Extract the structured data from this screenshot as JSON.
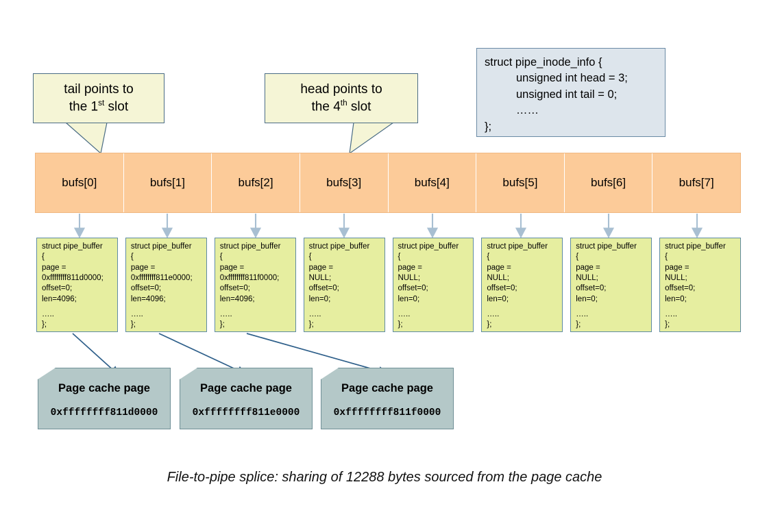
{
  "colors": {
    "bufs_cell": "#fccb99",
    "pipe_buffer": "#e6eea0",
    "page_cache": "#b4c8c8",
    "callout": "#f5f5d6",
    "inode_box": "#dde5ec",
    "arrow_light": "#a8bfd2",
    "arrow_dark": "#2e5f8a",
    "background": "#ffffff"
  },
  "callouts": [
    {
      "line1": "tail points to",
      "line2_pre": "the 1",
      "line2_sup": "st",
      "line2_post": " slot",
      "target": "bufs[0]"
    },
    {
      "line1": "head points to",
      "line2_pre": "the 4",
      "line2_sup": "th",
      "line2_post": " slot",
      "target": "bufs[3]"
    }
  ],
  "inode_struct": {
    "line1": "struct pipe_inode_info {",
    "line2": "unsigned int head = 3;",
    "line3": "unsigned int tail = 0;",
    "line4": "……",
    "line5": "};"
  },
  "bufs_array": {
    "cells": [
      {
        "label": "bufs[0]"
      },
      {
        "label": "bufs[1]"
      },
      {
        "label": "bufs[2]"
      },
      {
        "label": "bufs[3]"
      },
      {
        "label": "bufs[4]"
      },
      {
        "label": "bufs[5]"
      },
      {
        "label": "bufs[6]"
      },
      {
        "label": "bufs[7]"
      }
    ]
  },
  "pipe_buffers": [
    {
      "title": "struct pipe_buffer",
      "open": "{",
      "page_label": "page =",
      "page_value": "0xffffffff811d0000;",
      "offset": "offset=0;",
      "len": "len=4096;",
      "ellipsis": "…..",
      "close": "};"
    },
    {
      "title": "struct pipe_buffer",
      "open": "{",
      "page_label": "page =",
      "page_value": "0xffffffff811e0000;",
      "offset": "offset=0;",
      "len": "len=4096;",
      "ellipsis": "…..",
      "close": "};"
    },
    {
      "title": "struct pipe_buffer",
      "open": "{",
      "page_label": "page =",
      "page_value": "0xffffffff811f0000;",
      "offset": "offset=0;",
      "len": "len=4096;",
      "ellipsis": "…..",
      "close": "};"
    },
    {
      "title": "struct pipe_buffer",
      "open": "{",
      "page_label": "page =",
      "page_value": "NULL;",
      "offset": "offset=0;",
      "len": "len=0;",
      "ellipsis": "…..",
      "close": "};"
    },
    {
      "title": "struct pipe_buffer",
      "open": "{",
      "page_label": "page =",
      "page_value": "NULL;",
      "offset": "offset=0;",
      "len": "len=0;",
      "ellipsis": "…..",
      "close": "};"
    },
    {
      "title": "struct pipe_buffer",
      "open": "{",
      "page_label": "page =",
      "page_value": "NULL;",
      "offset": "offset=0;",
      "len": "len=0;",
      "ellipsis": "…..",
      "close": "};"
    },
    {
      "title": "struct pipe_buffer",
      "open": "{",
      "page_label": "page =",
      "page_value": "NULL;",
      "offset": "offset=0;",
      "len": "len=0;",
      "ellipsis": "…..",
      "close": "};"
    },
    {
      "title": "struct pipe_buffer",
      "open": "{",
      "page_label": "page =",
      "page_value": "NULL;",
      "offset": "offset=0;",
      "len": "len=0;",
      "ellipsis": "…..",
      "close": "};"
    }
  ],
  "page_cache_pages": [
    {
      "title": "Page cache page",
      "address": "0xffffffff811d0000"
    },
    {
      "title": "Page cache page",
      "address": "0xffffffff811e0000"
    },
    {
      "title": "Page cache page",
      "address": "0xffffffff811f0000"
    }
  ],
  "caption": "File-to-pipe splice: sharing of 12288 bytes sourced from the page cache"
}
